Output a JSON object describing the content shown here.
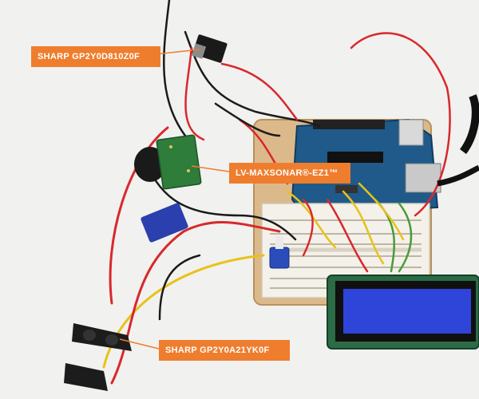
{
  "labels": {
    "sensor_top": "SHARP GP2Y0D810Z0F",
    "sensor_middle": "LV-MAXSONAR®-EZ1™",
    "sensor_bottom": "SHARP GP2Y0A21YK0F"
  },
  "lcd_text": "",
  "colors": {
    "callout_bg": "#ef7d2e",
    "callout_text": "#ffffff",
    "arduino_board": "#1f5a8a",
    "lcd_screen": "#2f44d8",
    "breadboard": "#f4f1ea",
    "wood_base": "#dcb98a",
    "wire_red": "#d8282c",
    "wire_yellow": "#e8c21a",
    "wire_green": "#4a9a3a",
    "wire_black": "#1b1b1b",
    "sensor_pcb": "#2e7d3a",
    "sonar_body": "#1a1a1a"
  },
  "icons": [
    "arduino-board",
    "breadboard",
    "lcd-display",
    "ir-distance-sensor",
    "ultrasonic-sensor",
    "potentiometer",
    "pointer-line"
  ]
}
